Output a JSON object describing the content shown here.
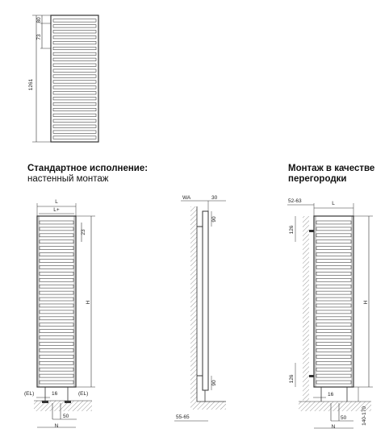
{
  "top_view": {
    "dim_total": "1261",
    "dim_top": "80",
    "dim_gap": "73"
  },
  "caption_left": {
    "title": "Стандартное исполнение:",
    "subtitle": "настенный монтаж"
  },
  "caption_right": {
    "line1": "Монтаж в качестве",
    "line2": "перегородки"
  },
  "front_view": {
    "L": "L",
    "L_plus": "L+",
    "top_gap": "23",
    "H": "H",
    "el_left": "(EL)",
    "el_right": "(EL)",
    "conn": "16",
    "conn_spacing": "50",
    "N": "N"
  },
  "side_view": {
    "WA": "WA",
    "depth": "30",
    "bracket_top": "90",
    "bracket_bottom": "90",
    "wall_dist": "55-65"
  },
  "partition_view": {
    "offset": "52-63",
    "L": "L",
    "top_mount": "126",
    "H": "H",
    "bottom_mount": "126",
    "conn": "16",
    "conn_spacing": "50",
    "N": "N",
    "floor_dist": "140-170"
  }
}
